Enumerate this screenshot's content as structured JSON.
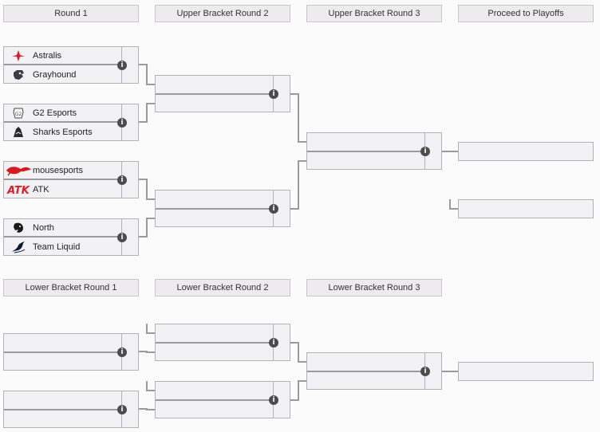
{
  "headers": {
    "round1": "Round 1",
    "ubr2": "Upper Bracket Round 2",
    "ubr3": "Upper Bracket Round 3",
    "playoffs": "Proceed to Playoffs",
    "lbr1": "Lower Bracket Round 1",
    "lbr2": "Lower Bracket Round 2",
    "lbr3": "Lower Bracket Round 3"
  },
  "round1": [
    {
      "team1": "Astralis",
      "team1_logo": "astralis-logo",
      "team2": "Grayhound",
      "team2_logo": "grayhound-logo"
    },
    {
      "team1": "G2 Esports",
      "team1_logo": "g2-logo",
      "team2": "Sharks Esports",
      "team2_logo": "sharks-logo"
    },
    {
      "team1": "mousesports",
      "team1_logo": "mousesports-logo",
      "team2": "ATK",
      "team2_logo": "atk-logo"
    },
    {
      "team1": "North",
      "team1_logo": "north-logo",
      "team2": "Team Liquid",
      "team2_logo": "liquid-logo"
    }
  ],
  "info_symbol": "i",
  "colors": {
    "astralis": "#e0142b",
    "mousesports": "#d71920",
    "atk": "#e01e2b"
  }
}
